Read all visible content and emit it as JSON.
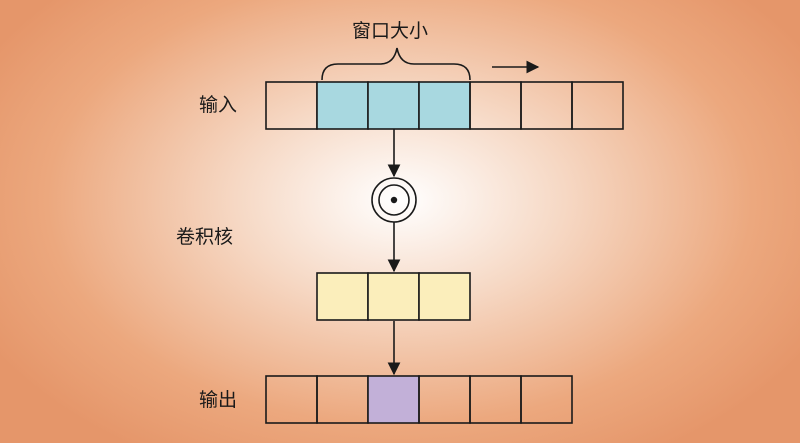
{
  "labels": {
    "window_size": "窗口大小",
    "input": "输入",
    "kernel": "卷积核",
    "output": "输出"
  },
  "operator_glyph": "circled-dot-icon",
  "input_row": {
    "cells": 7,
    "highlighted": [
      1,
      2,
      3
    ],
    "fill": "#a8d8e0",
    "highlight_fill": "#a8d8e0"
  },
  "kernel_row": {
    "cells": 3,
    "fill": "#fbeebb"
  },
  "output_row": {
    "cells": 6,
    "highlighted": [
      2
    ],
    "highlight_fill": "#c2b0d8"
  },
  "colors": {
    "background_center": "#ffffff",
    "background_edge": "#e5966a",
    "stroke": "#1a1a1a",
    "cell_fill_default": "transparent"
  }
}
